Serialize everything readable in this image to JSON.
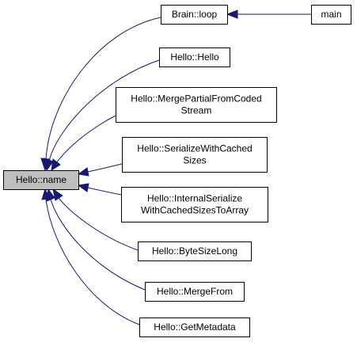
{
  "diagram": {
    "nodes": [
      {
        "id": "hello-name",
        "lines": [
          "Hello::name"
        ],
        "focus": true
      },
      {
        "id": "brain-loop",
        "lines": [
          "Brain::loop"
        ]
      },
      {
        "id": "main",
        "lines": [
          "main"
        ]
      },
      {
        "id": "hello-hello",
        "lines": [
          "Hello::Hello"
        ]
      },
      {
        "id": "merge-partial",
        "lines": [
          "Hello::MergePartialFromCoded",
          "Stream"
        ]
      },
      {
        "id": "serialize-cached",
        "lines": [
          "Hello::SerializeWithCached",
          "Sizes"
        ]
      },
      {
        "id": "internal-serialize",
        "lines": [
          "Hello::InternalSerialize",
          "WithCachedSizesToArray"
        ]
      },
      {
        "id": "byte-size-long",
        "lines": [
          "Hello::ByteSizeLong"
        ]
      },
      {
        "id": "merge-from",
        "lines": [
          "Hello::MergeFrom"
        ]
      },
      {
        "id": "get-metadata",
        "lines": [
          "Hello::GetMetadata"
        ]
      }
    ],
    "edges": [
      {
        "from": "brain-loop",
        "to": "hello-name"
      },
      {
        "from": "main",
        "to": "brain-loop"
      },
      {
        "from": "hello-hello",
        "to": "hello-name"
      },
      {
        "from": "merge-partial",
        "to": "hello-name"
      },
      {
        "from": "serialize-cached",
        "to": "hello-name"
      },
      {
        "from": "internal-serialize",
        "to": "hello-name"
      },
      {
        "from": "byte-size-long",
        "to": "hello-name"
      },
      {
        "from": "merge-from",
        "to": "hello-name"
      },
      {
        "from": "get-metadata",
        "to": "hello-name"
      }
    ]
  }
}
